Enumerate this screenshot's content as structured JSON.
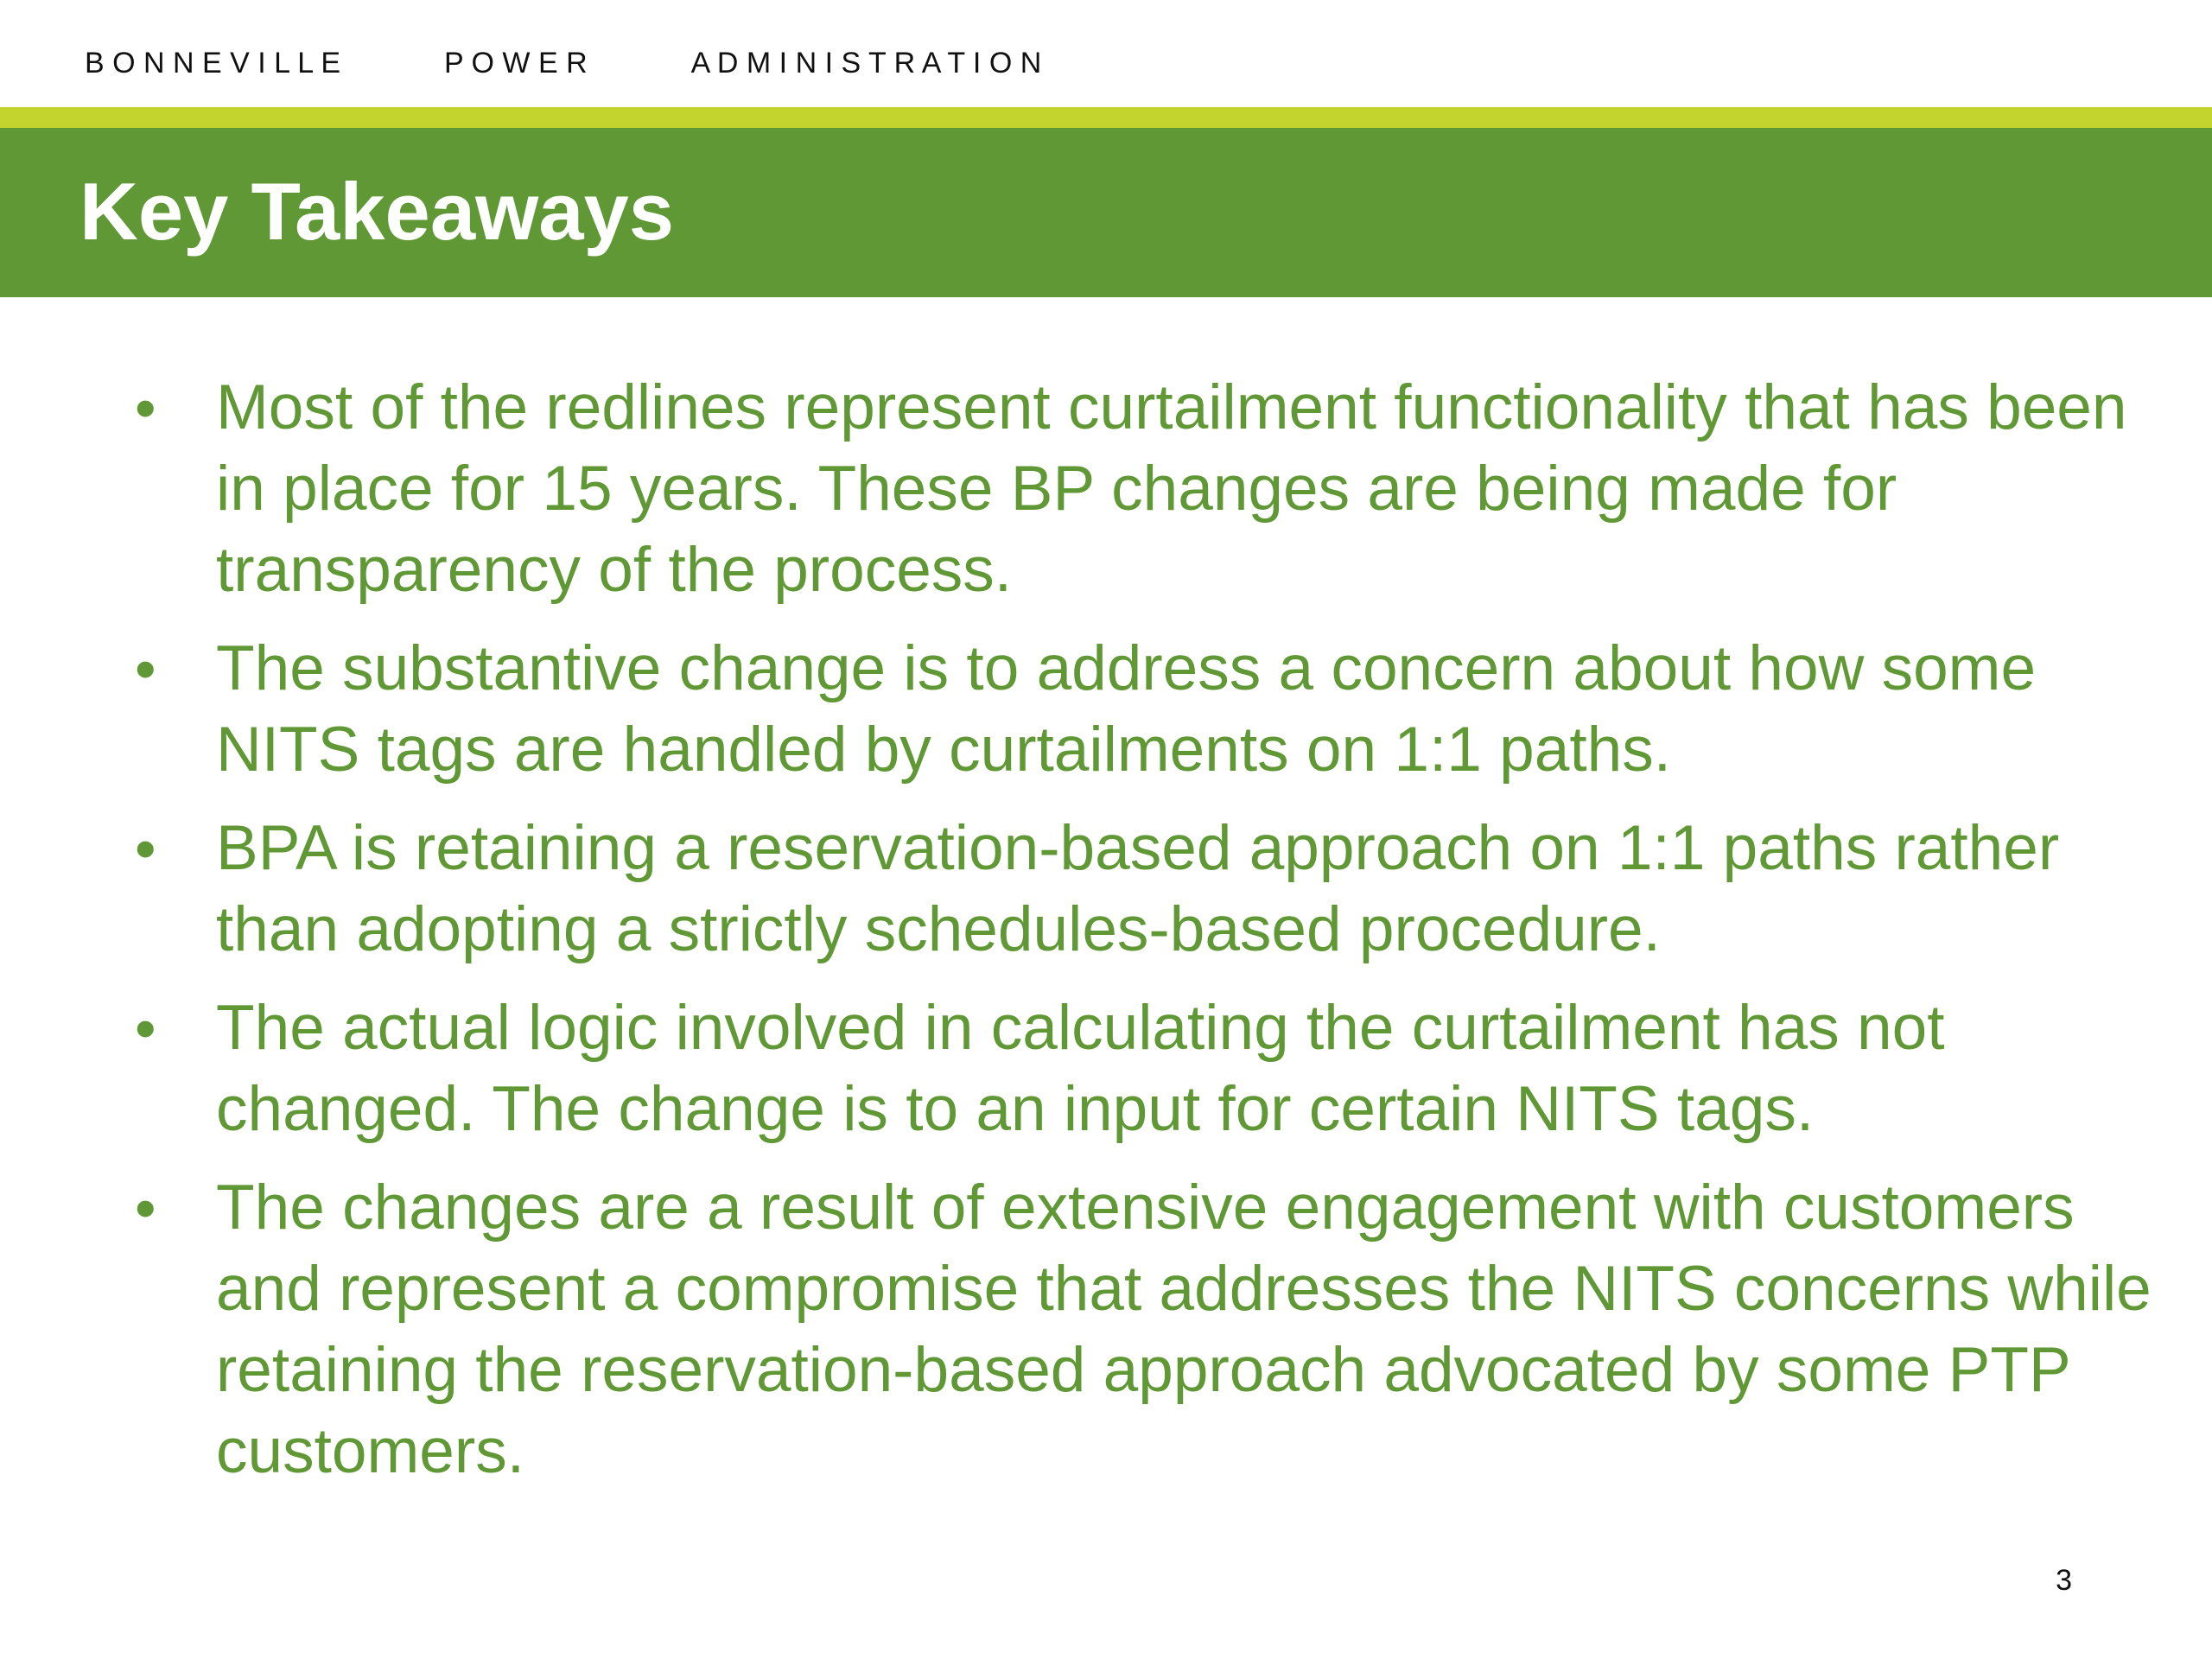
{
  "header": {
    "organization_letters": [
      "B O N N E V I L L E",
      "P O W E R",
      "A D M I N I S T R A T I O N"
    ]
  },
  "slide": {
    "title": "Key Takeaways",
    "bullets": [
      "Most of the redlines represent curtailment functionality that has been in place for 15 years.  These BP changes are being made for transparency of the process.",
      "The substantive change is to address a concern about how some NITS tags are handled by curtailments on 1:1 paths.",
      "BPA is retaining a reservation-based approach on 1:1 paths rather than adopting a strictly schedules-based procedure.",
      "The actual logic involved in calculating the curtailment has not changed. The change is to an input for certain NITS tags.",
      "The changes are a result of extensive engagement with customers and represent a compromise that addresses the NITS concerns while retaining the reservation-based approach advocated by some PTP customers."
    ],
    "bullet_glyph": "•",
    "page_number": "3"
  },
  "colors": {
    "band_green": "#5f9834",
    "accent_lime": "#c3d42e",
    "text_green": "#5f9834",
    "title_text": "#ffffff",
    "header_text": "#111111"
  }
}
